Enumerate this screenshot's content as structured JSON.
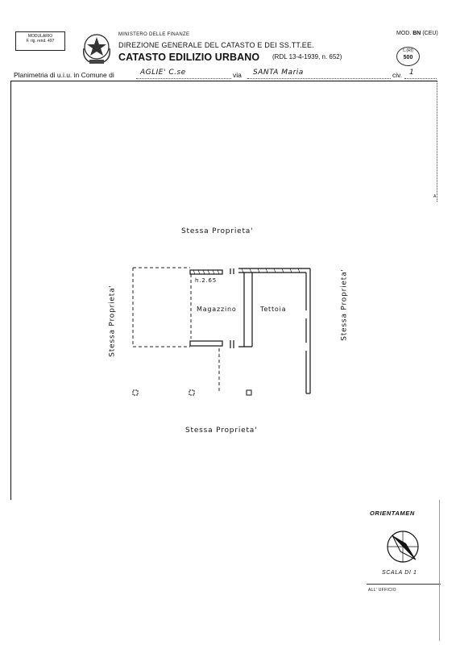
{
  "header": {
    "modulario_line1": "MODULARIO",
    "modulario_line2": "F. rig. rend. 497",
    "ministry": "MINISTERO DELLE FINANZE",
    "direzione": "DIREZIONE GENERALE DEL CATASTO E DEI SS.TT.EE.",
    "title": "CATASTO EDILIZIO URBANO",
    "rdl": "(RDL 13-4-1939, n. 652)",
    "mod_prefix": "MOD.",
    "mod_code": "BN",
    "mod_suffix": "(CEU)",
    "scale_label": "L.(RI)",
    "scale_value": "500"
  },
  "plan_line": {
    "prefix": "Planimetria di u.i.u. in Comune di",
    "comune": "AGLIE'  C.se",
    "via_label": "via",
    "via_value": "SANTA  Maria",
    "civ_label": "civ.",
    "civ_value": "1"
  },
  "margin_mark": "A",
  "floorplan": {
    "top_label": "Stessa  Proprieta'",
    "bottom_label": "Stessa  Proprieta'",
    "left_label": "Stessa  Proprieta'",
    "right_label": "Stessa  Proprieta'",
    "room1": "Magazzino",
    "room2": "Tettoia",
    "height_note": "h.2.65"
  },
  "orientation": {
    "title": "ORIENTAMEN",
    "scala": "SCALA DI 1",
    "ufficio": "ALL' UFFICIO"
  }
}
